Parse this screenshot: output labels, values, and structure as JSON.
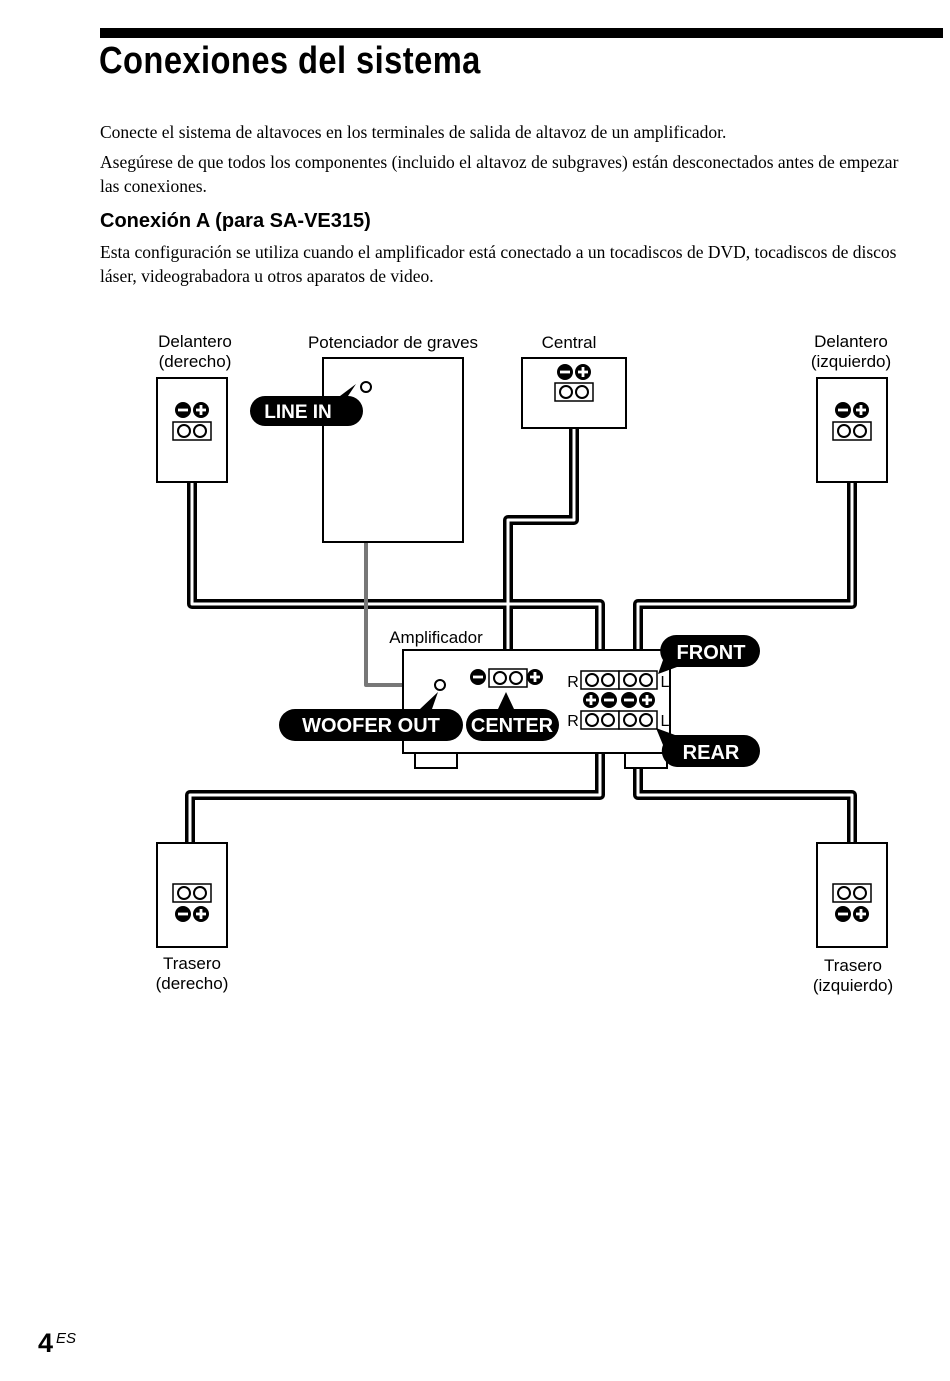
{
  "page": {
    "title": "Conexiones del sistema",
    "intro_1": "Conecte el sistema de altavoces en los terminales de salida de altavoz de un amplificador.",
    "intro_2": "Asegúrese de que todos los componentes (incluido el altavoz de subgraves) están desconectados antes de empezar las conexiones.",
    "section_heading": "Conexión A (para SA-VE315)",
    "section_text": "Esta configuración se utiliza cuando el amplificador está conectado a un tocadiscos de DVD, tocadiscos de discos láser, videograbadora u otros aparatos de video.",
    "page_number": "4",
    "page_suffix": "ES"
  },
  "diagram": {
    "front_right": [
      "Delantero",
      "(derecho)"
    ],
    "subwoofer": "Potenciador de graves",
    "center": "Central",
    "front_left": [
      "Delantero",
      "(izquierdo)"
    ],
    "amplifier": "Amplificador",
    "rear_right": [
      "Trasero",
      "(derecho)"
    ],
    "rear_left": [
      "Trasero",
      "(izquierdo)"
    ],
    "tag_line_in": "LINE IN",
    "tag_woofer_out": "WOOFER OUT",
    "tag_center": "CENTER",
    "tag_front": "FRONT",
    "tag_rear": "REAR",
    "ch_r": "R",
    "ch_l": "L"
  }
}
